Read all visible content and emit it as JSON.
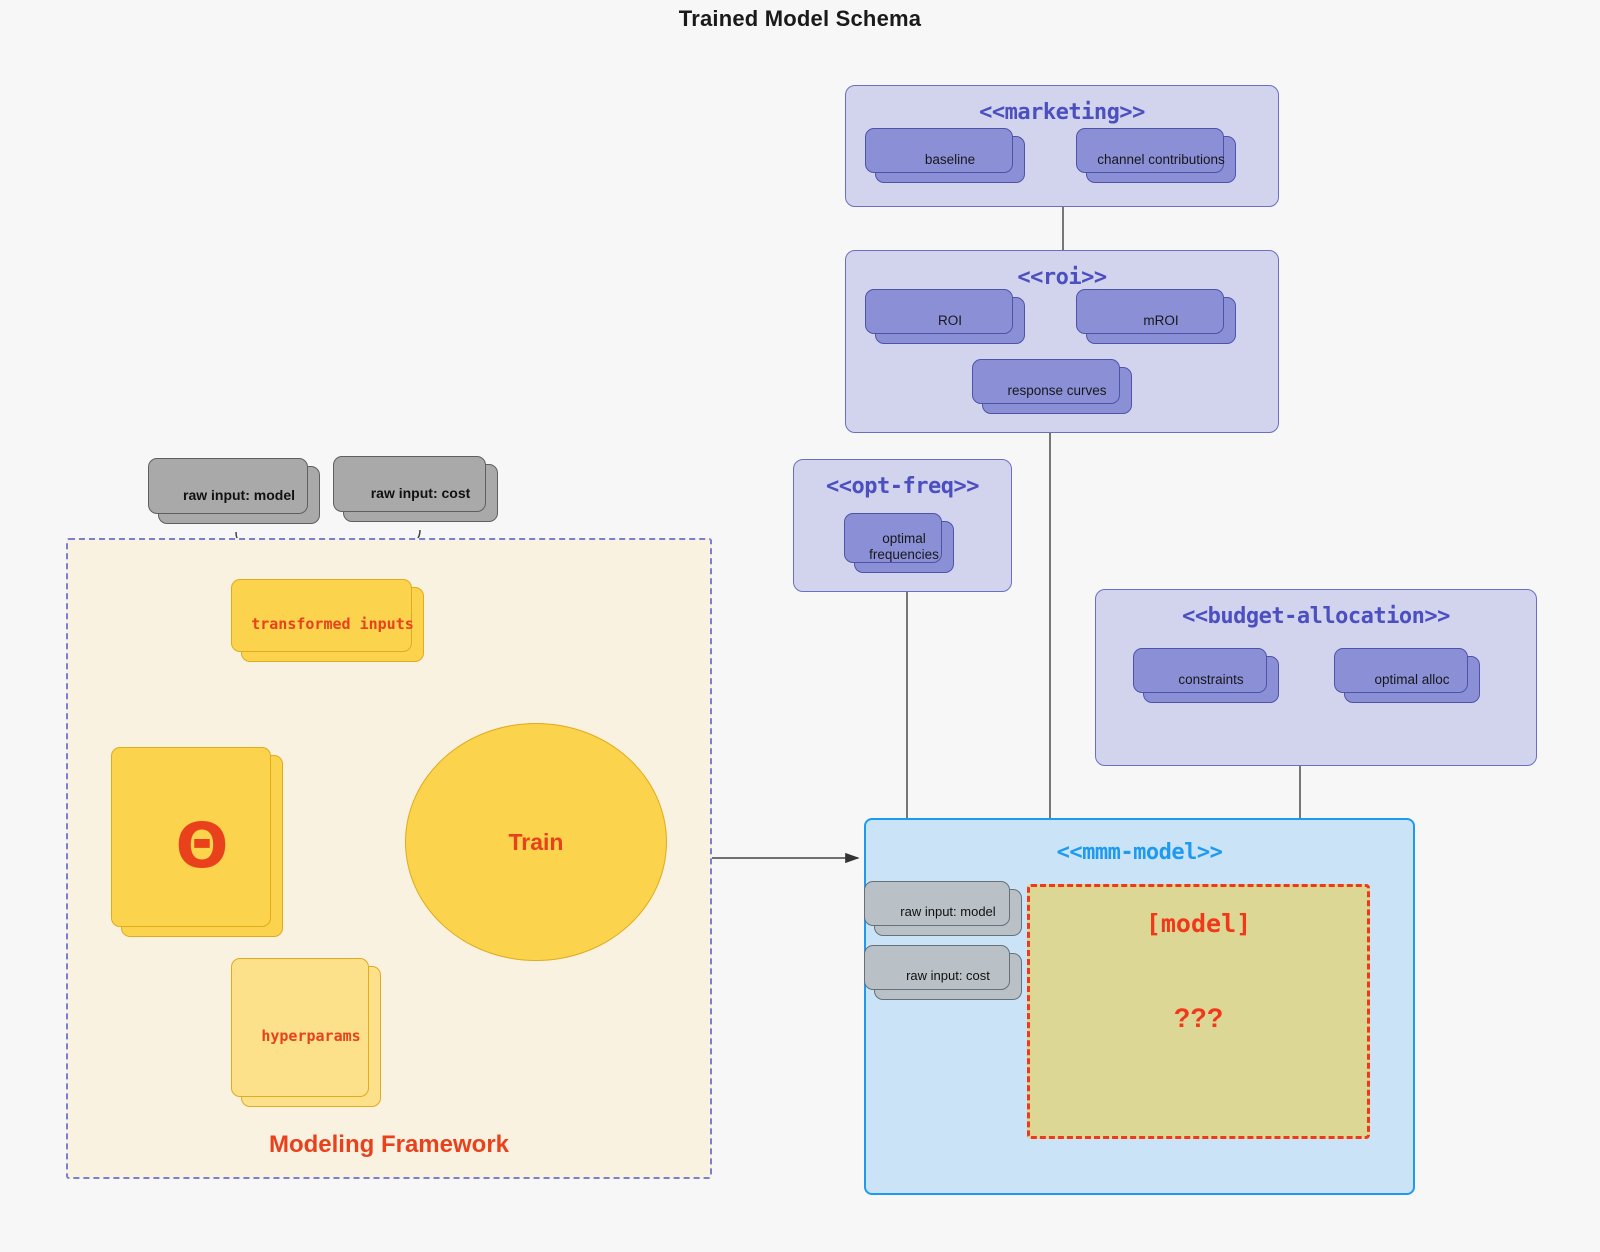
{
  "title": "Trained Model Schema",
  "packages": {
    "marketing": {
      "title": "<<marketing>>",
      "cards": [
        "baseline",
        "channel contributions"
      ]
    },
    "roi": {
      "title": "<<roi>>",
      "cards": [
        "ROI",
        "mROI",
        "response curves"
      ]
    },
    "opt_freq": {
      "title": "<<opt-freq>>",
      "cards": [
        "optimal\nfrequencies"
      ],
      "card_line1": "optimal",
      "card_line2": "frequencies"
    },
    "budget_allocation": {
      "title": "<<budget-allocation>>",
      "cards": [
        "constraints",
        "optimal alloc"
      ]
    },
    "mmm_model": {
      "title": "<<mmm-model>>",
      "inputs": [
        "raw input: model",
        "raw input: cost"
      ],
      "slot_label": "[model]",
      "slot_question": "???"
    }
  },
  "raw_inputs": [
    "raw input: model",
    "raw input: cost"
  ],
  "framework": {
    "label": "Modeling Framework",
    "transformed_inputs": "transformed inputs",
    "theta": "Θ",
    "hyperparams": "hyperparams",
    "train": "Train"
  },
  "colors": {
    "background": "#f7f7f8",
    "package_fill": "#d2d4ee",
    "package_border": "#6b6fc4",
    "package_title": "#4b4fc0",
    "card_fill": "#8b90d6",
    "card_border": "#4e53a8",
    "grey_fill": "#a9a9a9",
    "grey_border": "#5f5f5f",
    "yellow_fill": "#fbd34d",
    "yellow_border": "#e0ab1c",
    "accent_red": "#e8411c",
    "model_slot_fill": "#ddd795",
    "model_slot_border": "#f0391a",
    "blue_fill": "#cbe3f7",
    "blue_border": "#1e9bf0",
    "framework_fill": "#faf2e0",
    "framework_border": "#7b7fd0"
  }
}
